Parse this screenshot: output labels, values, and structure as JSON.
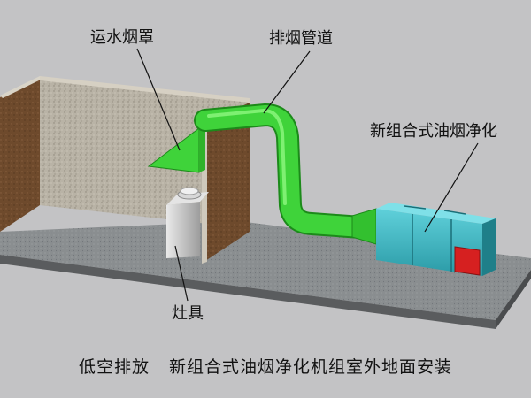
{
  "labels": {
    "hood": "运水烟罩",
    "duct": "排烟管道",
    "purifier": "新组合式油烟净化",
    "stove": "灶具"
  },
  "caption": {
    "part1": "低空排放",
    "part2": "新组合式油烟净化机组室外地面安装"
  },
  "colors": {
    "background": "#c3c3c5",
    "duct_green": "#3fd33a",
    "unit_cyan": "#3bb3bf",
    "unit_red": "#d62020",
    "wall": "#b7b1a4",
    "floor": "#8a8e90"
  }
}
